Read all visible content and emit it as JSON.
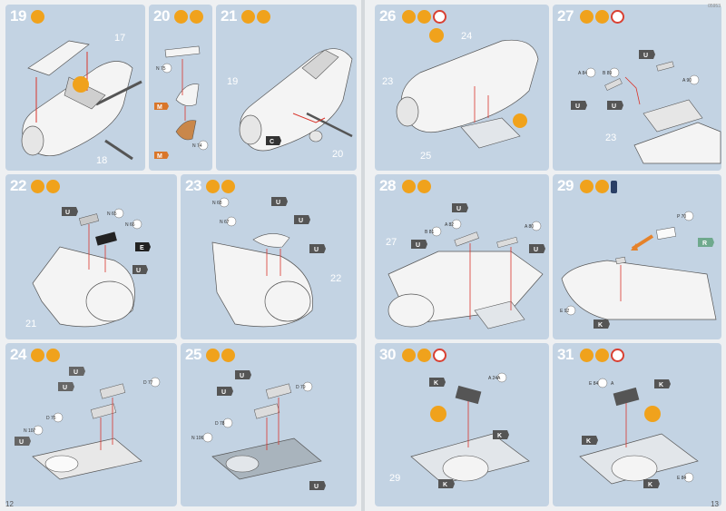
{
  "pages": {
    "left_number": "12",
    "right_number": "13",
    "publisher_code": "05953"
  },
  "steps": [
    {
      "id": "19",
      "labels": [
        "17",
        "18"
      ]
    },
    {
      "id": "20",
      "labels": [
        "N 75",
        "M",
        "N 74",
        "M"
      ]
    },
    {
      "id": "21",
      "labels": [
        "19",
        "C",
        "20"
      ]
    },
    {
      "id": "22",
      "labels": [
        "U",
        "N 65",
        "N 66",
        "E",
        "U",
        "21"
      ]
    },
    {
      "id": "23",
      "labels": [
        "N 68",
        "N 67",
        "U",
        "U",
        "U",
        "22"
      ]
    },
    {
      "id": "24",
      "labels": [
        "U",
        "D 77",
        "U",
        "D 76",
        "N 107",
        "U"
      ]
    },
    {
      "id": "25",
      "labels": [
        "U",
        "D 79",
        "U",
        "D 78",
        "N 106",
        "U"
      ]
    },
    {
      "id": "26",
      "labels": [
        "24",
        "23",
        "25"
      ]
    },
    {
      "id": "27",
      "labels": [
        "U",
        "A 84",
        "B 89",
        "A 90",
        "U",
        "U",
        "23"
      ]
    },
    {
      "id": "28",
      "labels": [
        "U",
        "A 82",
        "B 81",
        "A 80",
        "U",
        "U",
        "27"
      ]
    },
    {
      "id": "29",
      "labels": [
        "P 70",
        "R",
        "E 92",
        "K"
      ]
    },
    {
      "id": "30",
      "labels": [
        "A 24A",
        "K",
        "K",
        "K",
        "29"
      ]
    },
    {
      "id": "31",
      "labels": [
        "E 84",
        "A",
        "K",
        "K",
        "K",
        "E 84"
      ]
    }
  ],
  "colors": {
    "panel": "#c3d3e3",
    "badge": "#f0a21c",
    "title": "#ffffff",
    "arrow": "#d9342b"
  }
}
